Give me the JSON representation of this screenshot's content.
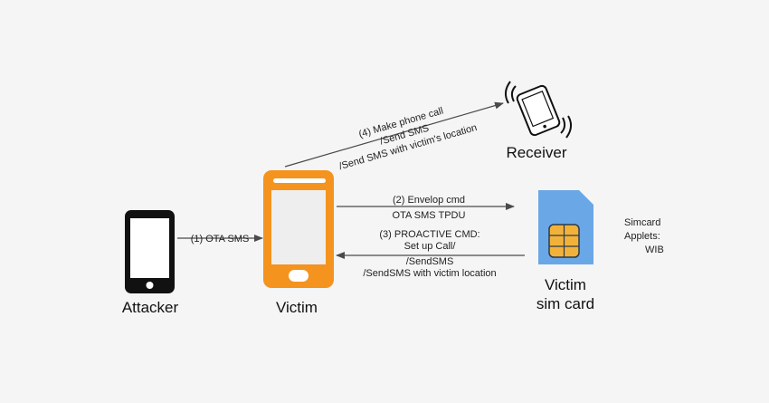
{
  "nodes": {
    "attacker": {
      "label": "Attacker"
    },
    "victim": {
      "label": "Victim"
    },
    "receiver": {
      "label": "Receiver"
    },
    "sim": {
      "label_line1": "Victim",
      "label_line2": "sim card"
    }
  },
  "edges": {
    "ota_sms": {
      "label": "(1) OTA SMS"
    },
    "envelop": {
      "line1": "(2) Envelop cmd",
      "line2": "OTA SMS TPDU"
    },
    "proactive": {
      "line1": "(3) PROACTIVE CMD:",
      "line2": "Set up Call/",
      "line3": "/SendSMS",
      "line4": "/SendSMS with victim location"
    },
    "make_call": {
      "line1": "(4) Make phone call",
      "line2": "/Send SMS",
      "line3": "/Send SMS with victim's location"
    }
  },
  "side_note": {
    "line1": "Simcard",
    "line2": "Applets:",
    "line3": "WIB"
  },
  "colors": {
    "background": "#f5f5f5",
    "victim_phone": "#f5931f",
    "victim_screen": "#eeeeee",
    "attacker_phone": "#111111",
    "sim_body": "#6aa7e6",
    "sim_chip": "#f2b23a",
    "arrow": "#4a4a4a"
  },
  "icons": {
    "attacker": "smartphone-icon",
    "victim": "smartphone-icon",
    "receiver": "ringing-phone-icon",
    "sim": "sim-card-icon"
  }
}
